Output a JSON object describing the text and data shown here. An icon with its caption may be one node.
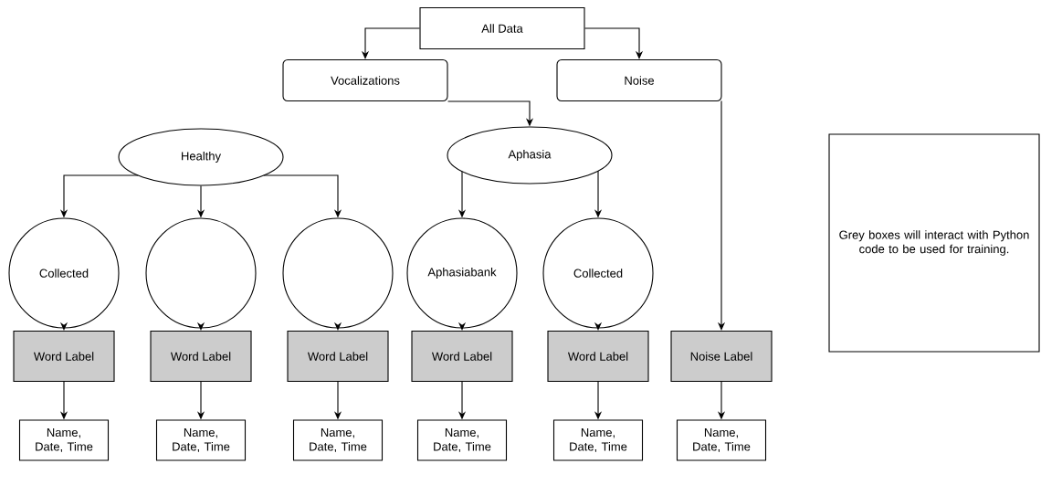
{
  "diagram": {
    "nodes": [
      {
        "text": [
          "All Data"
        ]
      },
      {
        "text": [
          "Vocalizations"
        ]
      },
      {
        "text": [
          "Noise"
        ]
      },
      {
        "text": [
          "Healthy"
        ]
      },
      {
        "text": [
          "Aphasia"
        ]
      },
      {
        "text": [
          "Collected"
        ]
      },
      {
        "text": [],
        "shape": "circle"
      },
      {
        "text": [],
        "shape": "circle"
      },
      {
        "text": [
          "Aphasiabank"
        ]
      },
      {
        "text": [
          "Collected"
        ]
      },
      {
        "text": [
          "Word Label"
        ]
      },
      {
        "text": [
          "Word Label"
        ]
      },
      {
        "text": [
          "Word Label"
        ]
      },
      {
        "text": [
          "Word Label"
        ]
      },
      {
        "text": [
          "Word Label"
        ]
      },
      {
        "text": [
          "Noise Label"
        ]
      },
      {
        "text": [
          "Name, Date, Time"
        ]
      },
      {
        "text": [
          "Name, Date, Time"
        ]
      },
      {
        "text": [
          "Name, Date, Time"
        ]
      },
      {
        "text": [
          "Name, Date, Time"
        ]
      },
      {
        "text": [
          "Name, Date, Time"
        ]
      },
      {
        "text": [
          "Name, Date, Time"
        ]
      },
      {
        "text": [
          "Grey boxes will interact with Python code to be used for training."
        ]
      }
    ],
    "edges": [
      {
        "from": 0,
        "to": 1,
        "arrow": "to"
      },
      {
        "from": 0,
        "to": 2,
        "arrow": "to"
      },
      {
        "from": 1,
        "to": 4,
        "arrow": "to"
      },
      {
        "from": 2,
        "to": 15,
        "arrow": "to"
      },
      {
        "from": 3,
        "to": 5,
        "arrow": "to"
      },
      {
        "from": 3,
        "to": 6,
        "arrow": "to"
      },
      {
        "from": 3,
        "to": 7,
        "arrow": "to"
      },
      {
        "from": 4,
        "to": 8,
        "arrow": "to"
      },
      {
        "from": 4,
        "to": 9,
        "arrow": "to"
      },
      {
        "from": 5,
        "to": 10,
        "arrow": "to"
      },
      {
        "from": 6,
        "to": 11,
        "arrow": "to"
      },
      {
        "from": 7,
        "to": 12,
        "arrow": "to"
      },
      {
        "from": 8,
        "to": 13,
        "arrow": "to"
      },
      {
        "from": 9,
        "to": 14,
        "arrow": "to"
      },
      {
        "from": 10,
        "to": 16,
        "arrow": "to"
      },
      {
        "from": 11,
        "to": 17,
        "arrow": "to"
      },
      {
        "from": 12,
        "to": 18,
        "arrow": "to"
      },
      {
        "from": 13,
        "to": 19,
        "arrow": "to"
      },
      {
        "from": 14,
        "to": 20,
        "arrow": "to"
      },
      {
        "from": 15,
        "to": 21,
        "arrow": "to"
      }
    ]
  }
}
